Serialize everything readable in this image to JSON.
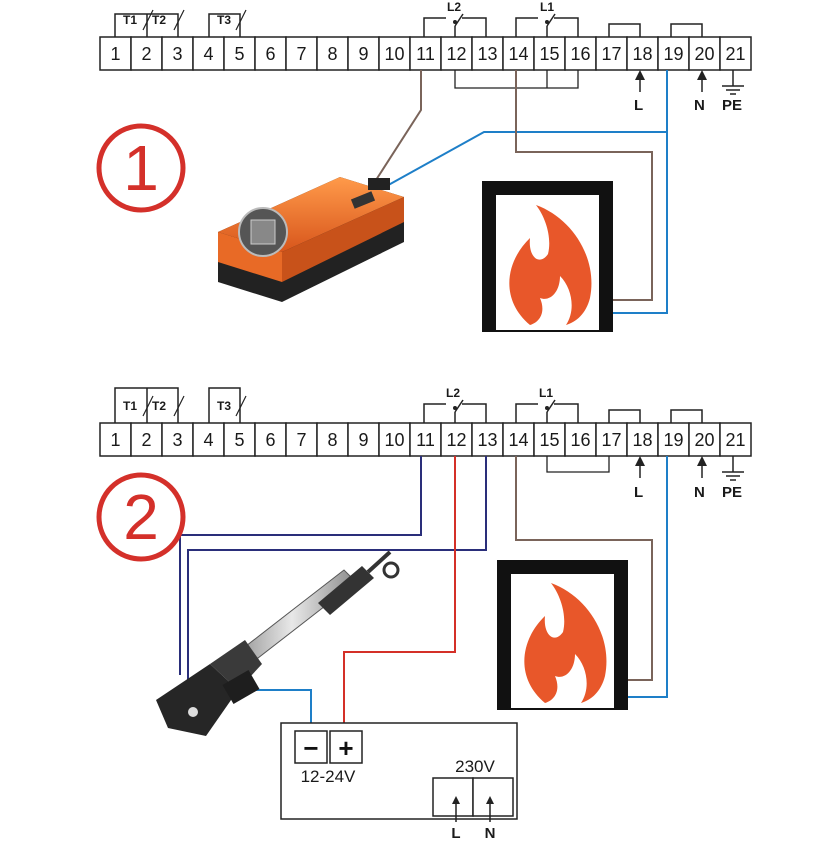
{
  "terminals": [
    "1",
    "2",
    "3",
    "4",
    "5",
    "6",
    "7",
    "8",
    "9",
    "10",
    "11",
    "12",
    "13",
    "14",
    "15",
    "16",
    "17",
    "18",
    "19",
    "20",
    "21"
  ],
  "sensor_labels": {
    "t1": "T1",
    "t2": "T2",
    "t3": "T3"
  },
  "relay_labels": {
    "l2": "L2",
    "l1": "L1"
  },
  "supply_labels": {
    "line": "L",
    "neutral": "N",
    "earth": "PE"
  },
  "diagram1": {
    "number": "1"
  },
  "diagram2": {
    "number": "2",
    "power_supply": {
      "minus": "−",
      "plus": "+",
      "dc_voltage": "12-24V",
      "ac_voltage": "230V",
      "line": "L",
      "neutral": "N"
    }
  },
  "colors": {
    "wire_brown": "#7a645a",
    "wire_blue": "#1e7fc8",
    "wire_navy": "#2a2e7a",
    "wire_red": "#d43028",
    "flame": "#e8572a",
    "circle": "#d4302a",
    "actuator_orange": "#f07a30"
  },
  "icons": [
    "fireplace-icon",
    "damper-actuator-icon",
    "linear-actuator-icon",
    "ground-icon"
  ]
}
